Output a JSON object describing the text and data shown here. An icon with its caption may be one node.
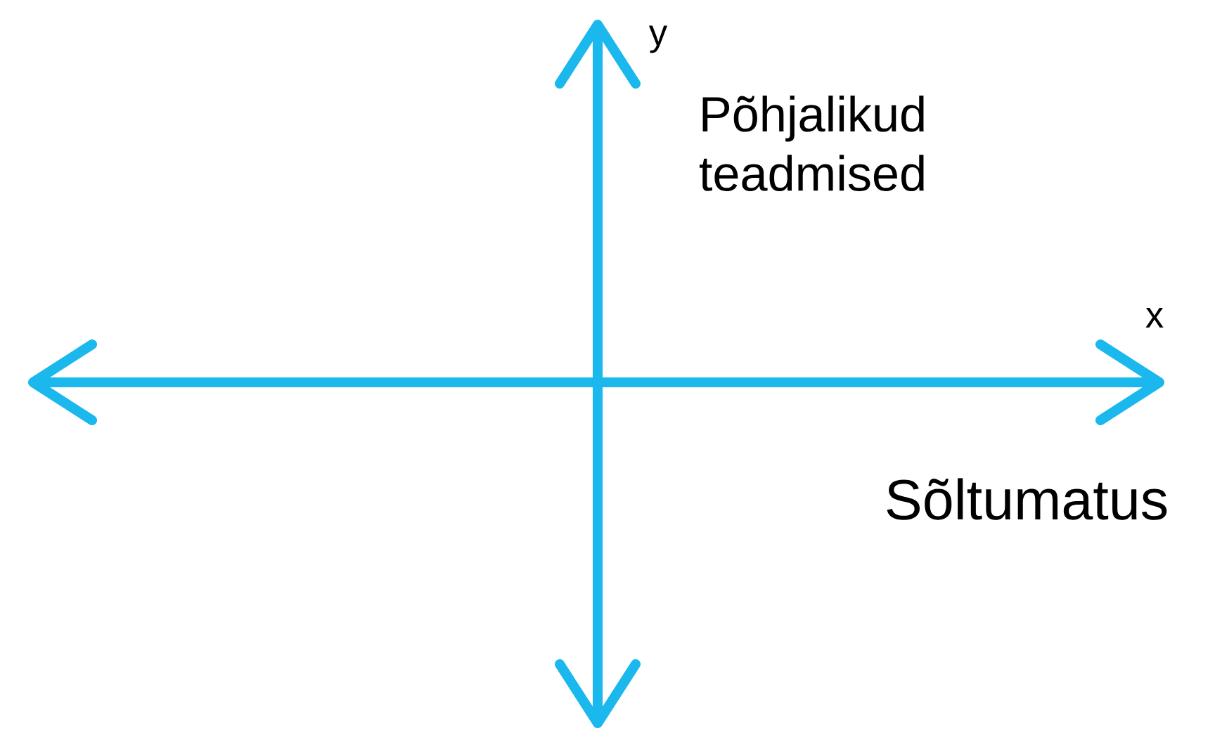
{
  "diagram": {
    "labels": [
      "y",
      "Põhjalikud teadmised",
      "x",
      "Sõltumatus"
    ]
  }
}
